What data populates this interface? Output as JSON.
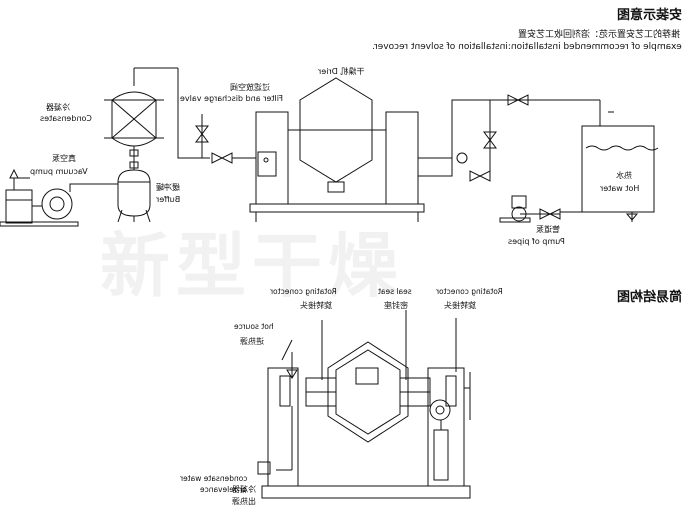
{
  "header": {
    "title": "安装示意图",
    "subtitle_cn": "推荐的工艺安置示范：溶剂回收工艺安置",
    "subtitle_en": "example of recommended installation:installation of solvent recover."
  },
  "section2": {
    "title": "简易结构图"
  },
  "watermark": "新型干燥",
  "top_labels": {
    "dryer": "干燥机 Drier",
    "filter_cn": "过滤放空阀",
    "filter_en": "Filter and discharge valve",
    "condenser_cn": "冷凝器",
    "condenser_en": "Condensates",
    "vacuum_cn": "真空泵",
    "vacuum_en": "Vacuum pump",
    "buffer_cn": "缓冲罐",
    "buffer_en": "Buffer",
    "hot_water_cn": "热水",
    "hot_water_en": "Hot water",
    "pump_cn": "管道泵",
    "pump_en": "Pump of pipes"
  },
  "bottom_labels": {
    "rot_right_en": "Rotating conector",
    "rot_right_cn": "旋转接头",
    "seal_en": "seal seat",
    "seal_cn": "密封座",
    "rot_left_en": "Rotating conector",
    "rot_left_cn": "旋转接头",
    "hot_source_en": "hot source",
    "hot_source_cn": "进热源",
    "cond_water_en": "condensate water",
    "cond_water_en2": "or relevance",
    "cond_water_cn": "冷凝器",
    "cond_water_cn2": "出热源"
  }
}
